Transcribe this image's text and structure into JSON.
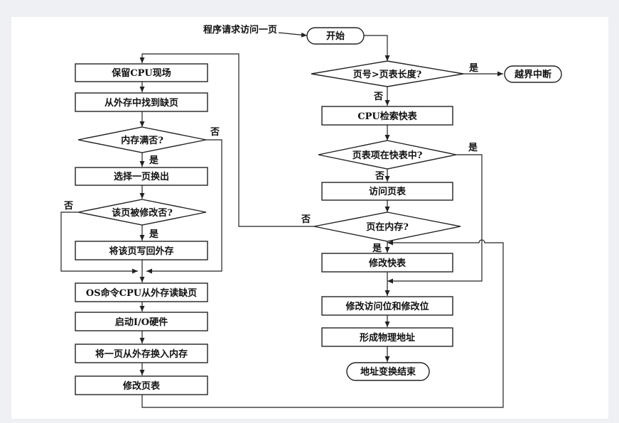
{
  "flowchart": {
    "entry_note": "程序请求访问一页",
    "nodes": {
      "start": "开始",
      "check_page_number": "页号>页表长度?",
      "out_of_bounds": "越界中断",
      "search_tlb": "CPU检索快表",
      "in_tlb": "页表项在快表中?",
      "access_page_table": "访问页表",
      "in_memory": "页在内存?",
      "update_tlb": "修改快表",
      "update_bits": "修改访问位和修改位",
      "physical_address": "形成物理地址",
      "end": "地址变换结束",
      "save_cpu": "保留CPU现场",
      "find_missing_page": "从外存中找到缺页",
      "memory_full": "内存满否?",
      "select_page": "选择一页换出",
      "page_modified": "该页被修改否?",
      "write_back": "将该页写回外存",
      "os_read": "OS命令CPU从外存读缺页",
      "start_io": "启动I/O硬件",
      "swap_in": "将一页从外存换入内存",
      "update_page_table": "修改页表"
    },
    "edges": {
      "yes": "是",
      "no": "否"
    }
  }
}
